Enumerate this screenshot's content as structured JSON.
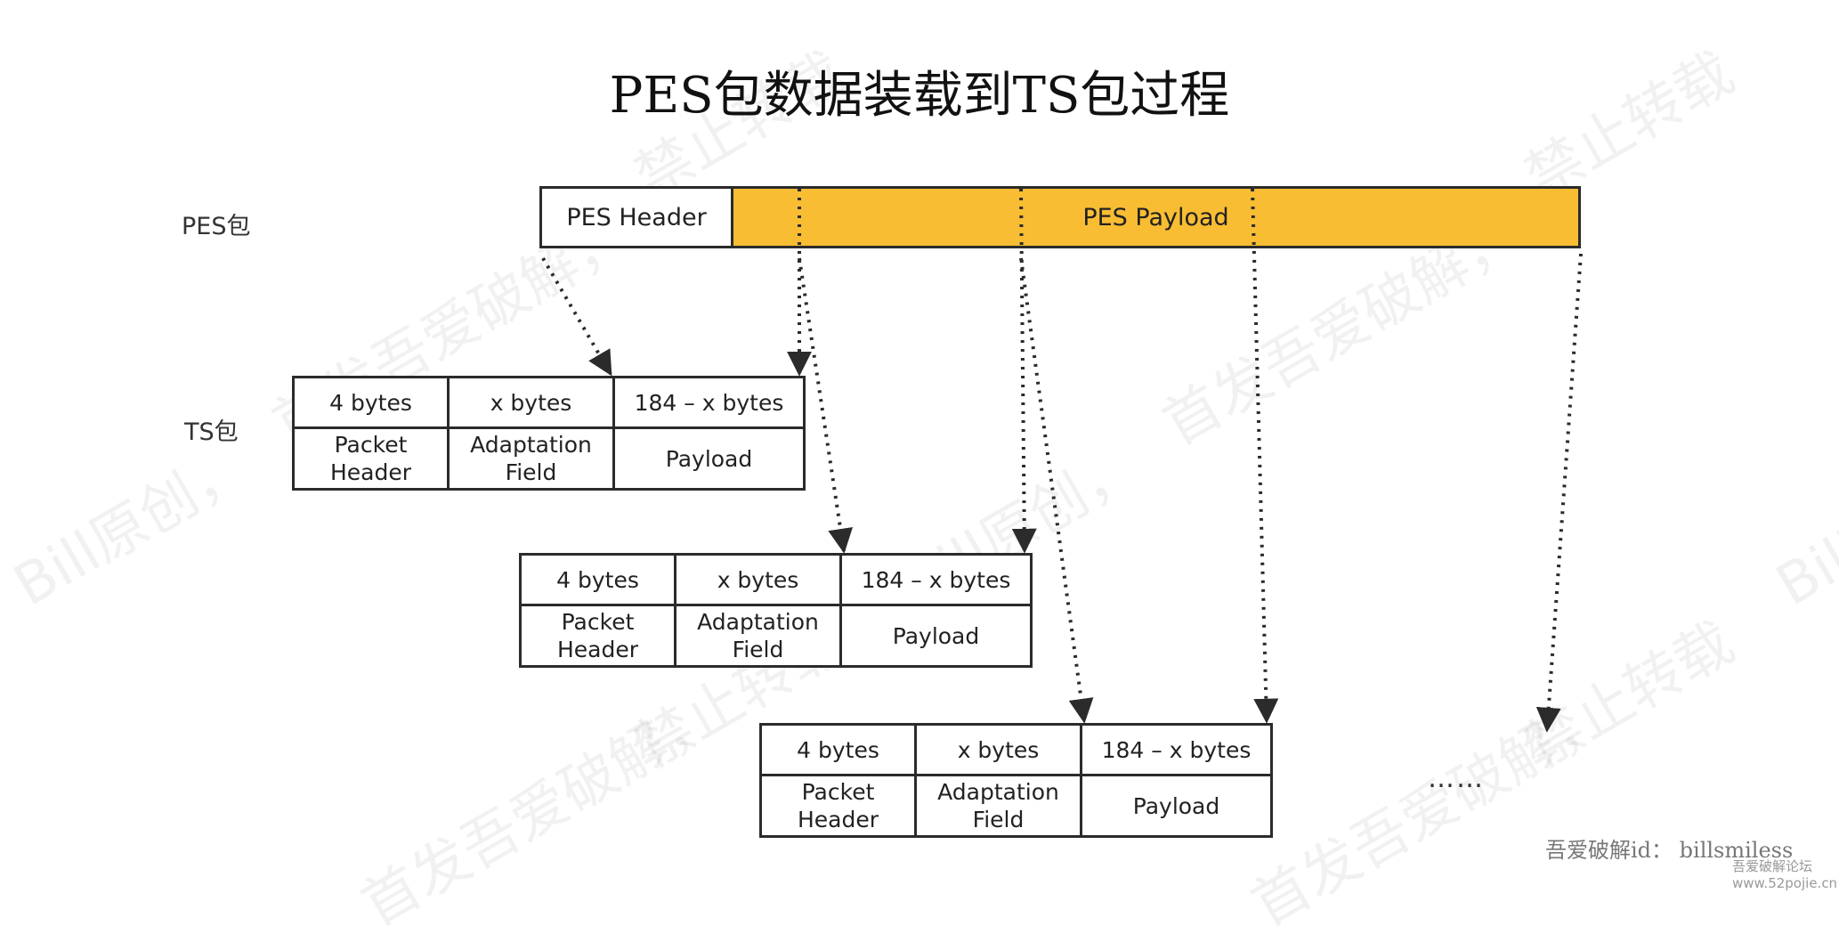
{
  "title": "PES包数据装载到TS包过程",
  "labels": {
    "pes": "PES包",
    "ts": "TS包"
  },
  "pes_packet": {
    "header": "PES Header",
    "payload": "PES Payload"
  },
  "ts_packets": [
    {
      "sizes": [
        "4 bytes",
        "x bytes",
        "184 – x bytes"
      ],
      "fields": [
        [
          "Packet",
          "Header"
        ],
        [
          "Adaptation",
          "Field"
        ],
        [
          "Payload"
        ]
      ]
    },
    {
      "sizes": [
        "4 bytes",
        "x bytes",
        "184 – x bytes"
      ],
      "fields": [
        [
          "Packet",
          "Header"
        ],
        [
          "Adaptation",
          "Field"
        ],
        [
          "Payload"
        ]
      ]
    },
    {
      "sizes": [
        "4 bytes",
        "x bytes",
        "184 – x bytes"
      ],
      "fields": [
        [
          "Packet",
          "Header"
        ],
        [
          "Adaptation",
          "Field"
        ],
        [
          "Payload"
        ]
      ]
    }
  ],
  "ellipsis": "……",
  "watermarks": [
    "禁止转载",
    "首发吾爱破解，",
    "Bill原创，"
  ],
  "signature": "吾爱破解id： billsmiless",
  "site": "吾爱破解论坛 www.52pojie.cn",
  "colors": {
    "payload": "#f8bd33",
    "border": "#2b2b2b",
    "arrow": "#2b2b2b"
  }
}
